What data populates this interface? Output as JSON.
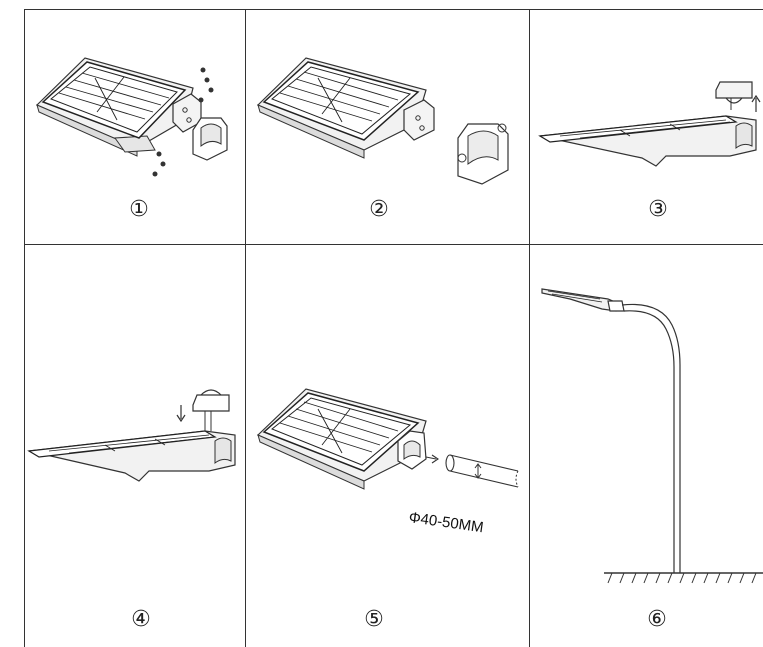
{
  "steps": [
    {
      "label": "①"
    },
    {
      "label": "②"
    },
    {
      "label": "③"
    },
    {
      "label": "④"
    },
    {
      "label": "⑤"
    },
    {
      "label": "⑥"
    }
  ],
  "pole_diameter_label": "Φ40-50MM",
  "colors": {
    "line": "#333333",
    "panel_fill": "#ffffff",
    "panel_grid": "#222222",
    "housing_fill": "#f2f2f2"
  }
}
